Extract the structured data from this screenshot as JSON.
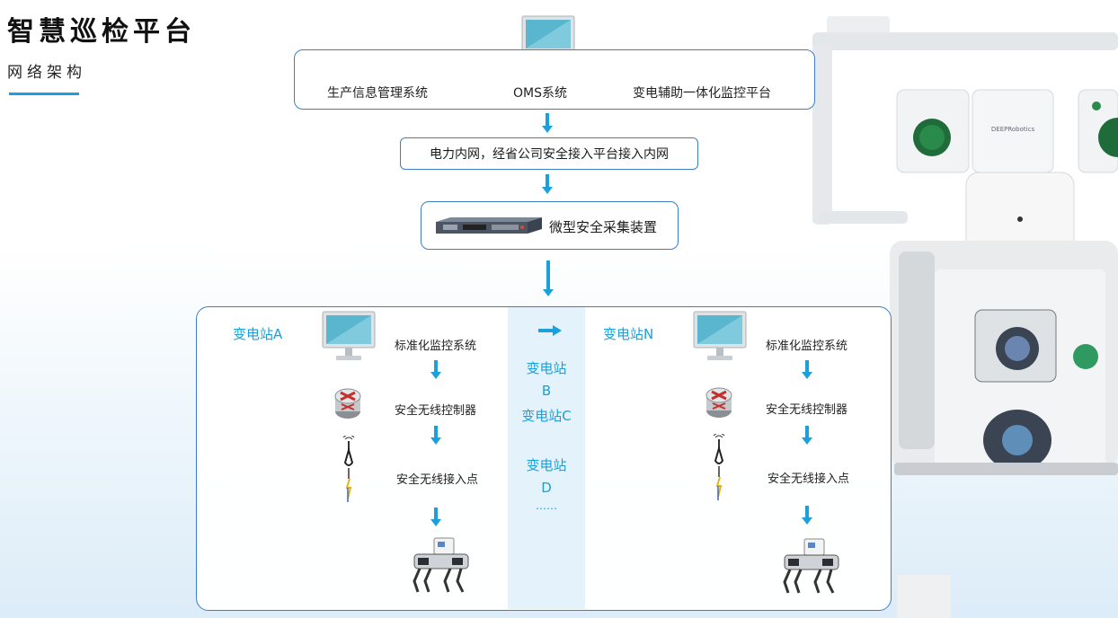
{
  "header": {
    "title": "智慧巡检平台",
    "subtitle": "网络架构"
  },
  "platform": {
    "systems": [
      "生产信息管理系统",
      "OMS系统",
      "变电辅助一体化监控平台"
    ]
  },
  "network": {
    "label": "电力内网，经省公司安全接入平台接入内网"
  },
  "device": {
    "label": "微型安全采集装置"
  },
  "stations": {
    "left": {
      "name": "变电站A",
      "monitor": "标准化监控系统",
      "controller": "安全无线控制器",
      "ap": "安全无线接入点"
    },
    "right": {
      "name": "变电站N",
      "monitor": "标准化监控系统",
      "controller": "安全无线控制器",
      "ap": "安全无线接入点"
    },
    "middle": [
      "变电站",
      "B",
      "变电站C",
      "变电站",
      "D",
      "……"
    ]
  },
  "colors": {
    "accent": "#1aa0dc",
    "border": "#3d7fc2",
    "station_text": "#1a9fd9"
  },
  "icons": [
    "monitor-icon",
    "router-icon",
    "antenna-icon",
    "robot-dog-icon",
    "collector-device-icon",
    "arrow-icon"
  ]
}
